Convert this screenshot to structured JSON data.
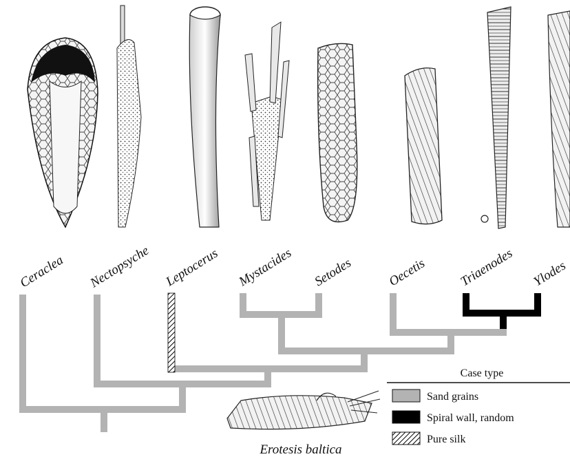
{
  "taxa": [
    {
      "name": "Ceraclea",
      "case": "sand"
    },
    {
      "name": "Nectopsyche",
      "case": "sand"
    },
    {
      "name": "Leptocerus",
      "case": "silk"
    },
    {
      "name": "Mystacides",
      "case": "sand"
    },
    {
      "name": "Setodes",
      "case": "sand"
    },
    {
      "name": "Oecetis",
      "case": "sand"
    },
    {
      "name": "Triaenodes",
      "case": "spiral"
    },
    {
      "name": "Ylodes",
      "case": "spiral"
    }
  ],
  "legend": {
    "title": "Case type",
    "items": [
      {
        "key": "sand",
        "label": "Sand grains",
        "color": "#b3b3b3"
      },
      {
        "key": "spiral",
        "label": "Spiral wall, random",
        "color": "#000000"
      },
      {
        "key": "silk",
        "label": "Pure silk",
        "color": "hatched"
      }
    ]
  },
  "fossil": {
    "name": "Erotesis baltica"
  },
  "colors": {
    "sand": "#b3b3b3",
    "spiral": "#000000",
    "ink": "#1a1a1a"
  }
}
